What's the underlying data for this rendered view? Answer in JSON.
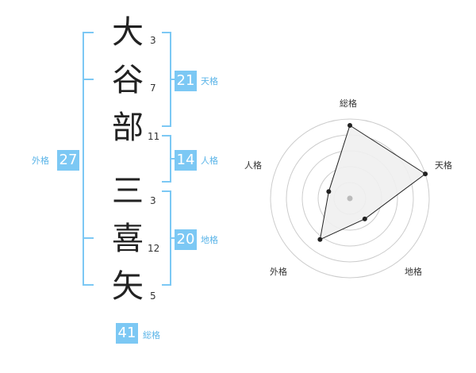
{
  "name_chars": [
    {
      "char": "大",
      "strokes": "3"
    },
    {
      "char": "谷",
      "strokes": "7"
    },
    {
      "char": "部",
      "strokes": "11"
    },
    {
      "char": "三",
      "strokes": "3"
    },
    {
      "char": "喜",
      "strokes": "12"
    },
    {
      "char": "矢",
      "strokes": "5"
    }
  ],
  "kaku": {
    "tenkaku": {
      "value": "21",
      "label": "天格"
    },
    "jinkaku": {
      "value": "14",
      "label": "人格"
    },
    "chikaku": {
      "value": "20",
      "label": "地格"
    },
    "gaikaku": {
      "value": "27",
      "label": "外格"
    },
    "soukaku": {
      "value": "41",
      "label": "総格"
    }
  },
  "radar": {
    "axes": [
      "総格",
      "天格",
      "地格",
      "外格",
      "人格"
    ],
    "values": [
      4.6,
      5.0,
      1.6,
      3.2,
      1.4
    ],
    "max": 5,
    "rings": 5,
    "colors": {
      "fill": "#efefef",
      "stroke": "#222222",
      "grid": "#cccccc",
      "center": "#bbbbbb"
    }
  },
  "colors": {
    "accent": "#7cc8f4",
    "accent_text": "#5ab4e8"
  }
}
